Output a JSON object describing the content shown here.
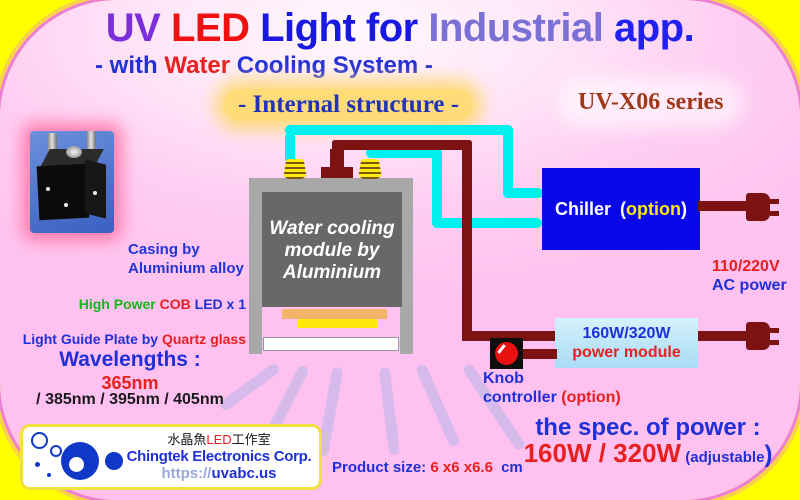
{
  "colors": {
    "frame_yellow": "#FFFF00",
    "panel_pink": "#FFC9F1",
    "rim_magenta": "#EE7FD6",
    "title_uv": "#7A2FD8",
    "title_led": "#F01010",
    "title_blue": "#1818E0",
    "title_industrial": "#7A70D6",
    "accent_red": "#E82020",
    "accent_blue": "#2030D8",
    "accent_green": "#10B818",
    "tube_cyan": "#00EFEF",
    "wire_maroon": "#7C1212",
    "chiller_blue": "#0808E8",
    "option_yellow": "#FFE810",
    "module_gray": "#A8A8A8",
    "module_dark_gray": "#686868",
    "badge_bg": "#FFDC78",
    "series_brown": "#A03818",
    "ray_violet": "#CBB8EA"
  },
  "header": {
    "title": {
      "uv": "UV ",
      "led": "LED ",
      "light_for": "Light for ",
      "industrial": "Industrial ",
      "app": "app."
    },
    "subtitle": {
      "pre": "- with ",
      "water": "Water",
      "post": " Cooling System -"
    }
  },
  "badges": {
    "internal_structure": "- Internal structure -",
    "series": "UV-X06 series"
  },
  "left": {
    "casing_line1": "Casing by",
    "casing_line2": "Aluminium alloy",
    "high_power": "High Power ",
    "cob": "COB",
    "led_count": " LED x 1",
    "lgp": "Light Guide Plate by ",
    "lgp_material": "Quartz glass",
    "wavelengths_title": "Wavelengths :",
    "wavelength_main": "365nm",
    "wavelength_others": "/ 385nm / 395nm / 405nm"
  },
  "module": {
    "line1": "Water cooling",
    "line2": "module by",
    "line3": "Aluminium"
  },
  "chiller": {
    "label": "Chiller",
    "paren_open": "(",
    "option": "option",
    "paren_close": ")"
  },
  "ac": {
    "line1": "110/220V",
    "line2": "AC power"
  },
  "power_module": {
    "line1": "160W/320W",
    "line2": "power module"
  },
  "knob": {
    "line1": "Knob",
    "line2": "controller ",
    "option": "(option)"
  },
  "spec": {
    "line1": "the spec. of power :",
    "power": "160W / 320W",
    "adjustable": " (adjustable",
    "close": ")"
  },
  "product": {
    "label": "Product size: ",
    "size": "6 x6 x6.6",
    "unit": " cm"
  },
  "logo": {
    "cn_pre": "水晶魚",
    "cn_led": "LED",
    "cn_post": "工作室",
    "company": "Chingtek Electronics Corp.",
    "url_scheme": "https://",
    "url_domain": "uvabc.us"
  }
}
